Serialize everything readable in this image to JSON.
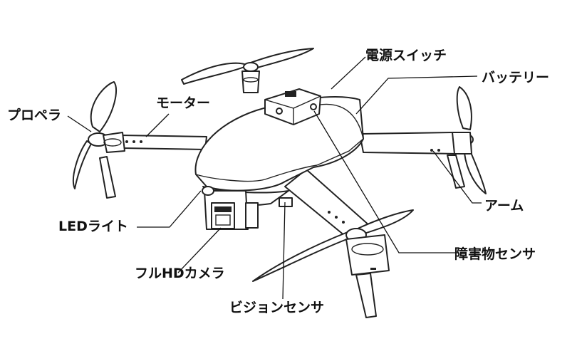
{
  "labels": {
    "power_switch": "電源スイッチ",
    "battery": "バッテリー",
    "propeller": "プロペラ",
    "motor": "モーター",
    "arm": "アーム",
    "led_light": "LEDライト",
    "obstacle_sensor": "障害物センサ",
    "full_hd_camera": "フルHDカメラ",
    "vision_sensor": "ビジョンセンサ"
  }
}
